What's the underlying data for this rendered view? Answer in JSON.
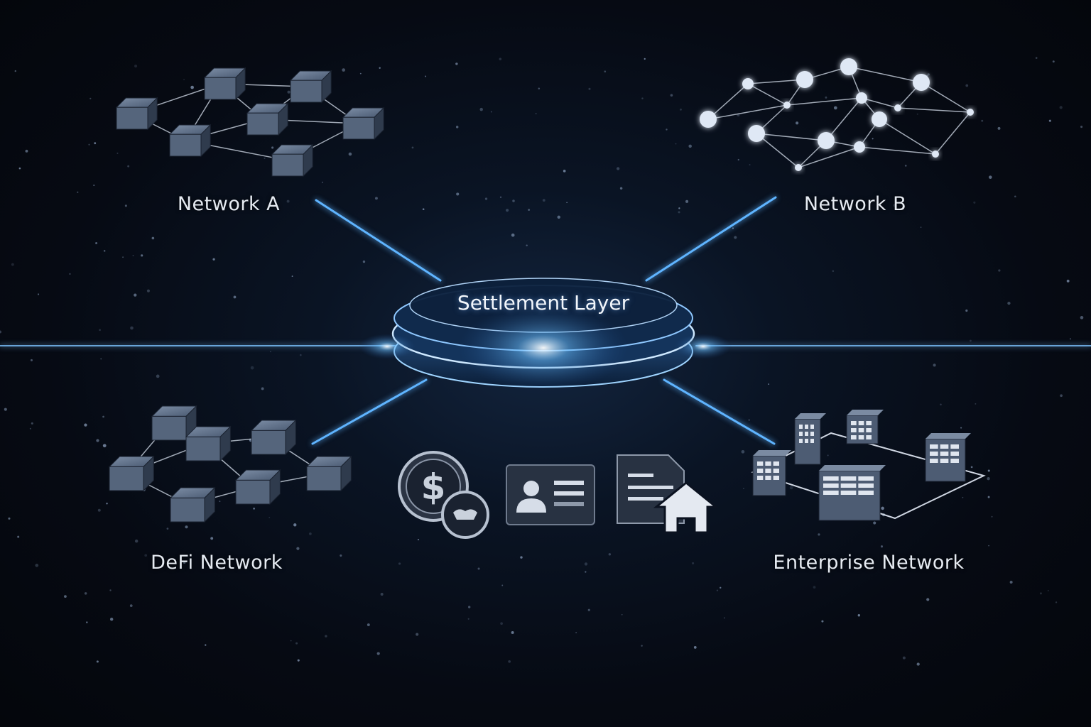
{
  "hub": {
    "label": "Settlement Layer"
  },
  "networks": [
    {
      "id": "network-a",
      "label": "Network A"
    },
    {
      "id": "network-b",
      "label": "Network B"
    },
    {
      "id": "defi-network",
      "label": "DeFi Network"
    },
    {
      "id": "enterprise-network",
      "label": "Enterprise Network"
    }
  ],
  "asset_icons": [
    "currency-icon",
    "identity-card-icon",
    "property-deed-icon"
  ],
  "colors": {
    "glow": "#4aa8ff",
    "node": "#dfe8f5",
    "cube": "#4b5a70",
    "background": "#070b14"
  }
}
